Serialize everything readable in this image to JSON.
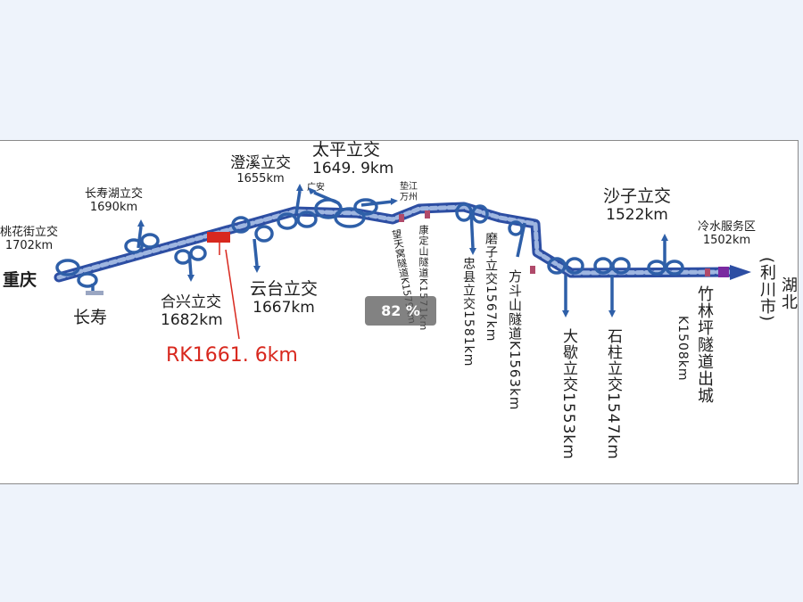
{
  "map": {
    "labels": {
      "taohuajie": "桃花街立交",
      "taohuajie_km": "1702km",
      "chongqing": "重庆",
      "changshouhu": "长寿湖立交",
      "changshouhu_km": "1690km",
      "changshou": "长寿",
      "hexing": "合兴立交",
      "hexing_km": "1682km",
      "chengxi": "澄溪立交",
      "chengxi_km": "1655km",
      "yuntai": "云台立交",
      "yuntai_km": "1667km",
      "taiping": "太平立交",
      "taiping_km": "1649. 9km",
      "guangan": "广安",
      "dianjiang": "垫江",
      "wanzhou": "万州",
      "wangtian": "望天窝隧道K1579km",
      "kangding": "康定山隧道K1571km",
      "zhongxian": "忠县立交1581km",
      "mozi": "磨子立交1567km",
      "fangdou": "方斗山隧道K1563km",
      "daxie": "大歇立交1553km",
      "shizhu": "石柱立交1547km",
      "shazi": "沙子立交",
      "shazi_km": "1522km",
      "lengshui": "冷水服务区",
      "lengshui_km": "1502km",
      "zhulinping": "竹林坪隧道出城",
      "zhulinping_km": "K1508km",
      "lichuan": "(利川市)",
      "hubei": "湖北",
      "marker": "RK1661. 6km"
    },
    "colors": {
      "road": "#2d4ea3",
      "road_light": "#6f8fd0",
      "interchange": "#2e5fa8",
      "marker": "#d8281e",
      "service": "#7a2aa0",
      "tunnel": "#b04a6a"
    }
  },
  "zoom": {
    "level": "82 %"
  }
}
